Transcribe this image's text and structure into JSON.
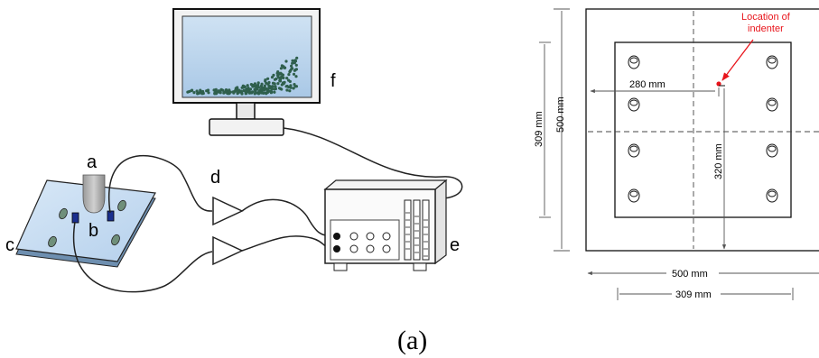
{
  "setup": {
    "labels": {
      "a": "a",
      "b": "b",
      "c": "c",
      "d": "d",
      "e": "e",
      "f": "f"
    }
  },
  "plate": {
    "outer_width": "500 mm",
    "outer_height": "500 mm",
    "inner_width": "309 mm",
    "inner_height": "309 mm",
    "indenter_x": "280 mm",
    "indenter_y": "320 mm",
    "annotation_line1": "Location of",
    "annotation_line2": "indenter",
    "annotation_color": "#e8141b"
  },
  "caption": "(a)"
}
